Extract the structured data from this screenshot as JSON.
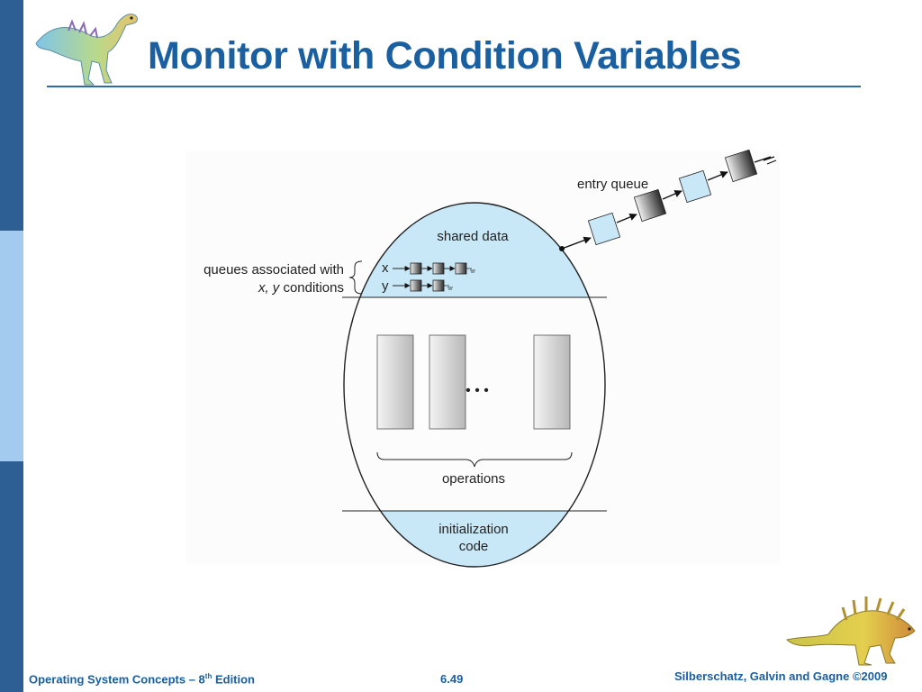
{
  "slide": {
    "title": "Monitor with Condition Variables",
    "footer": {
      "book": "Operating System Concepts – 8",
      "edition_sup": "th",
      "edition_word": " Edition",
      "page": "6.49",
      "copyright": "Silberschatz, Galvin and Gagne ©2009"
    }
  },
  "diagram": {
    "entry_queue_label": "entry queue",
    "shared_data_label": "shared data",
    "queues_label_line1": "queues associated with",
    "queues_label_line2_italic": "x, y",
    "queues_label_line2_rest": " conditions",
    "cond_x": "x",
    "cond_y": "y",
    "ellipsis": "• • •",
    "operations_label": "operations",
    "init_line1": "initialization",
    "init_line2": "code"
  },
  "colors": {
    "title": "#1a5fa0",
    "sidebar_dark": "#2e5f94",
    "sidebar_light": "#a3cbf0",
    "monitor_fill": "#c8e8f8",
    "queue_box": "#c8e8f8"
  }
}
